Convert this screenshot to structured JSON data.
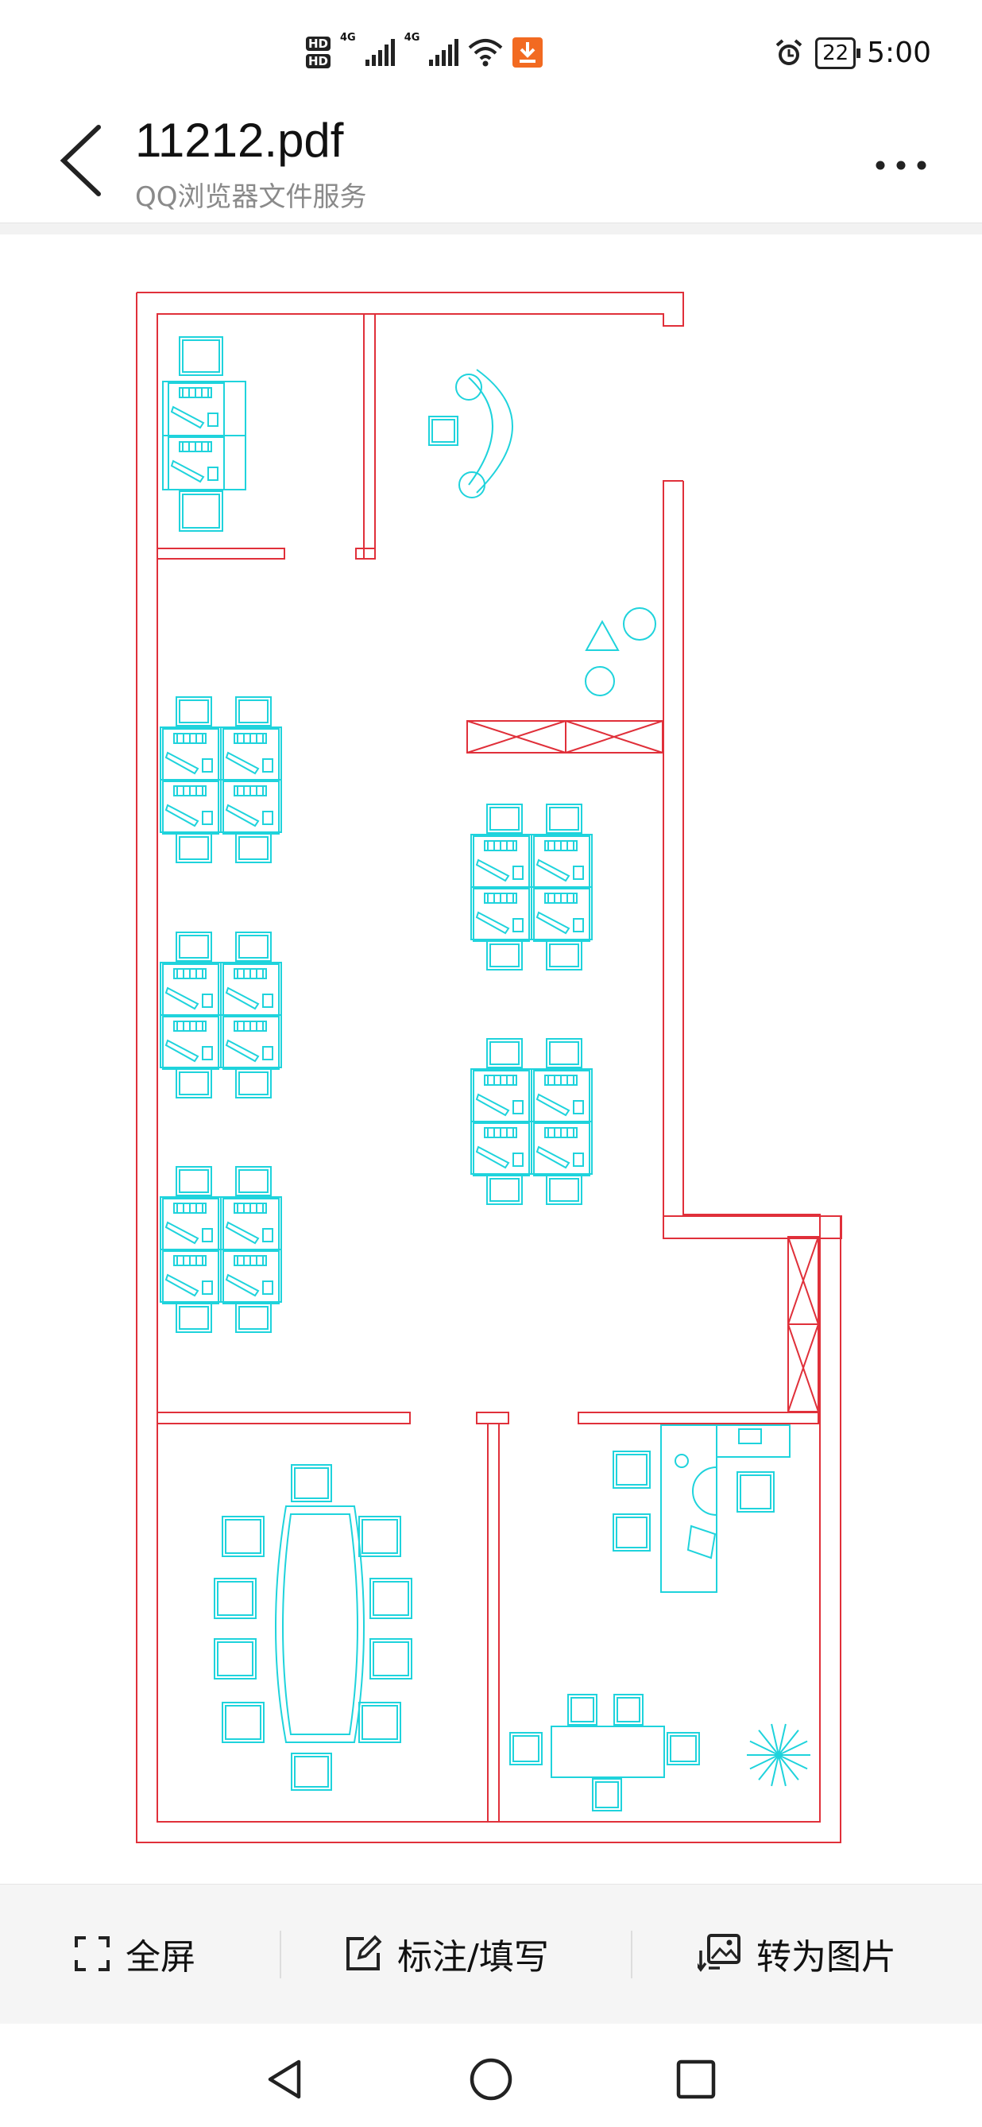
{
  "status_bar": {
    "hd_badge": "HD",
    "network_1": "4G",
    "network_2": "4G",
    "battery_level": "22",
    "time": "5:00",
    "icons": [
      "hd-icon",
      "signal-icon",
      "wifi-icon",
      "download-icon",
      "alarm-icon",
      "battery-icon"
    ]
  },
  "app_bar": {
    "title": "11212.pdf",
    "subtitle": "QQ浏览器文件服务",
    "back_icon": "chevron-left-icon",
    "more_icon": "more-dots-icon"
  },
  "document": {
    "content": "floor-plan-drawing",
    "wall_color": "#e0303a",
    "furniture_color": "#1fd3dc"
  },
  "toolbar": {
    "fullscreen_label": "全屏",
    "annotate_label": "标注/填写",
    "convert_label": "转为图片"
  },
  "nav_bar": {
    "icons": [
      "back-triangle-icon",
      "home-circle-icon",
      "recents-square-icon"
    ]
  }
}
